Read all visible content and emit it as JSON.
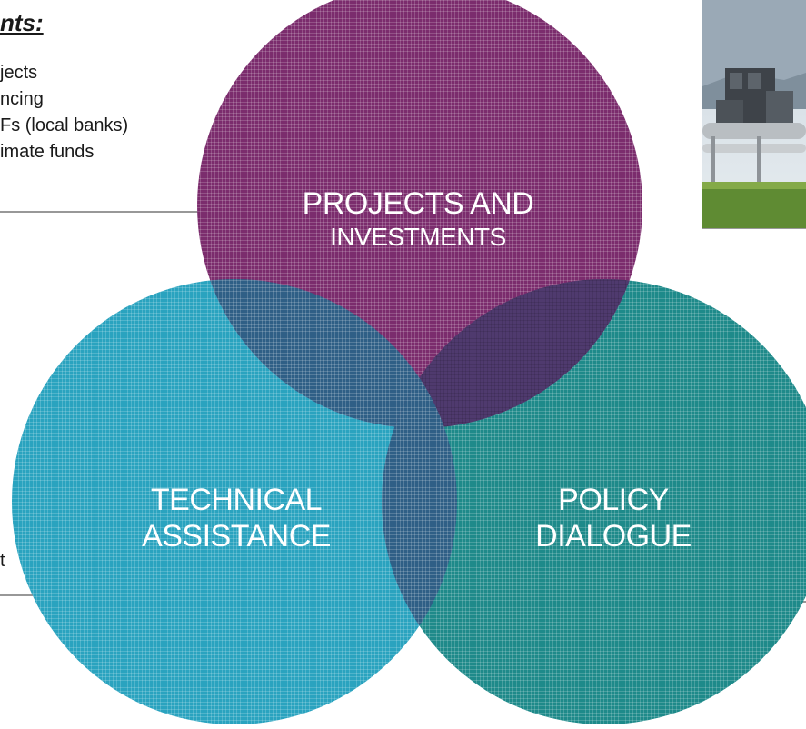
{
  "left_panel": {
    "heading": "nts:",
    "items": [
      "jects",
      "ncing",
      "Fs (local banks)",
      "imate funds"
    ],
    "stray_text": "t"
  },
  "diagram": {
    "circles": [
      {
        "id": "projects",
        "line1": "PROJECTS AND",
        "line2": "INVESTMENTS",
        "color": "#7b2c6d"
      },
      {
        "id": "technical",
        "line1": "TECHNICAL",
        "line2": "ASSISTANCE",
        "color": "#2aa3bf"
      },
      {
        "id": "policy",
        "line1": "POLICY",
        "line2": "DIALOGUE",
        "color": "#1e8a8a"
      }
    ],
    "overlap_color": "#2f5f86"
  },
  "photo": {
    "icon": "industrial-plant-photo"
  }
}
